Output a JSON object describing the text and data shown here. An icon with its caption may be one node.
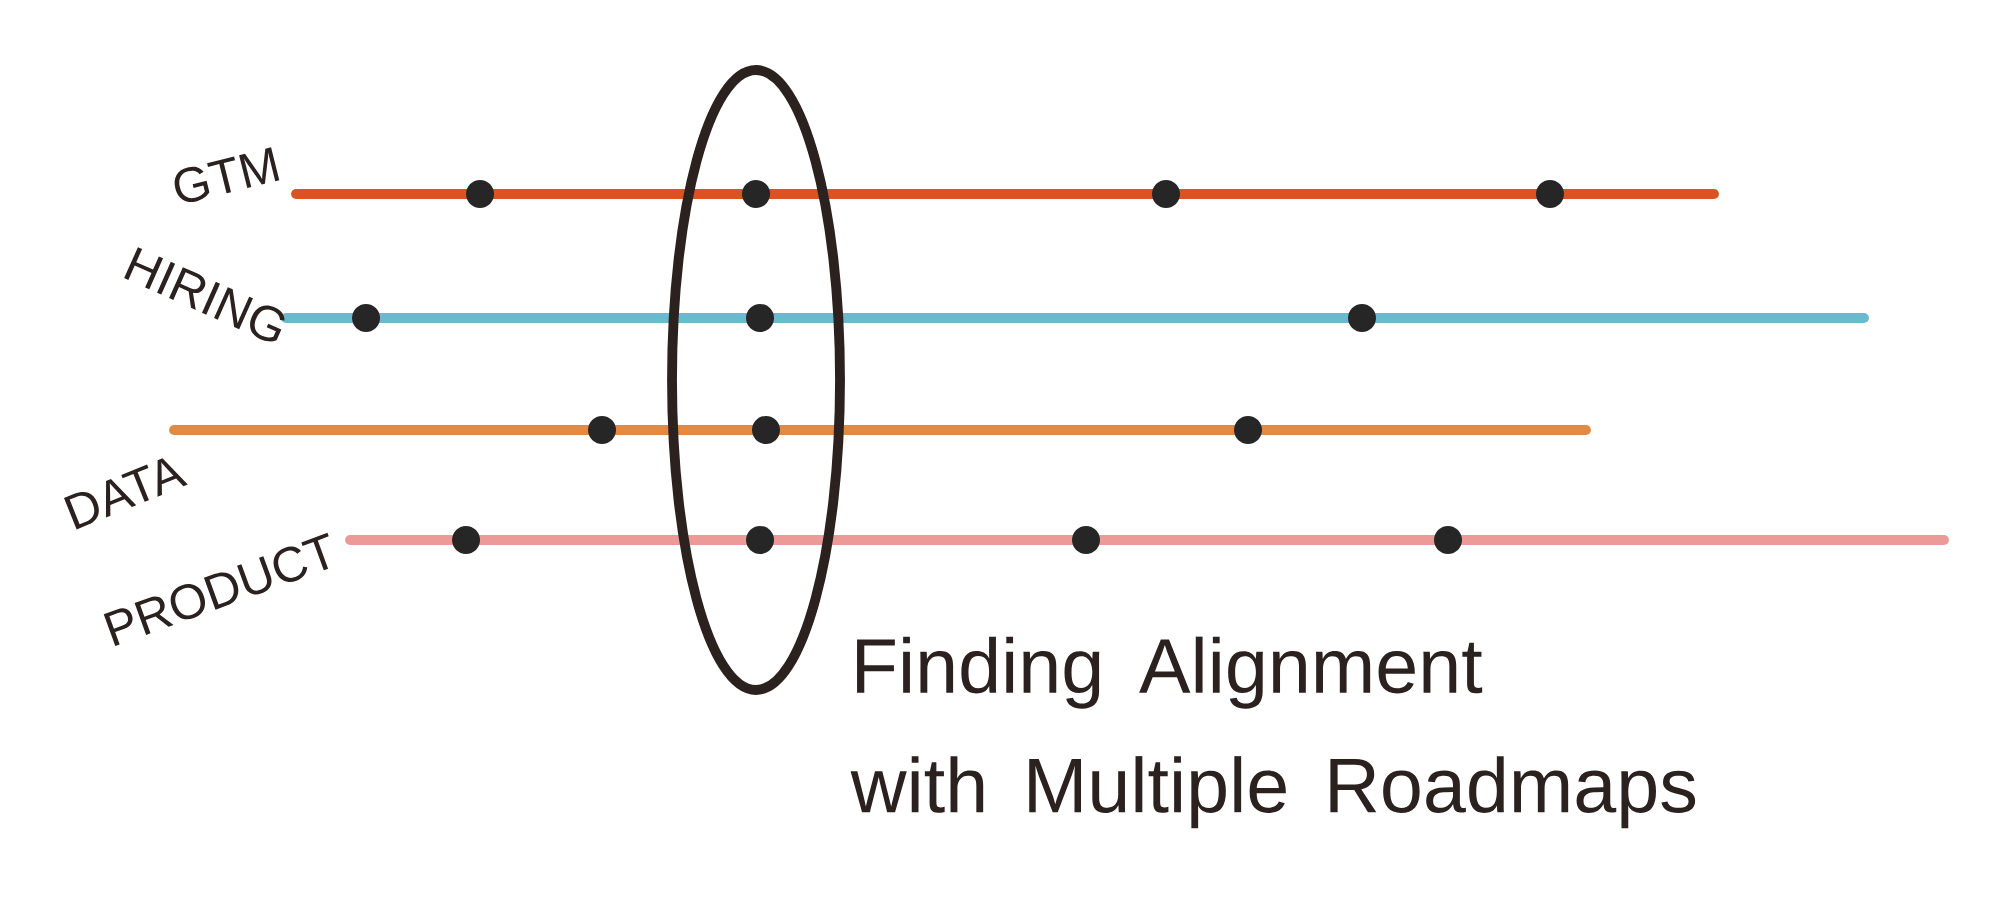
{
  "diagram": {
    "title": "Finding Alignment with Multiple Roadmaps",
    "labels": [
      "GTM",
      "HIRING",
      "DATA",
      "PRODUCT"
    ]
  }
}
